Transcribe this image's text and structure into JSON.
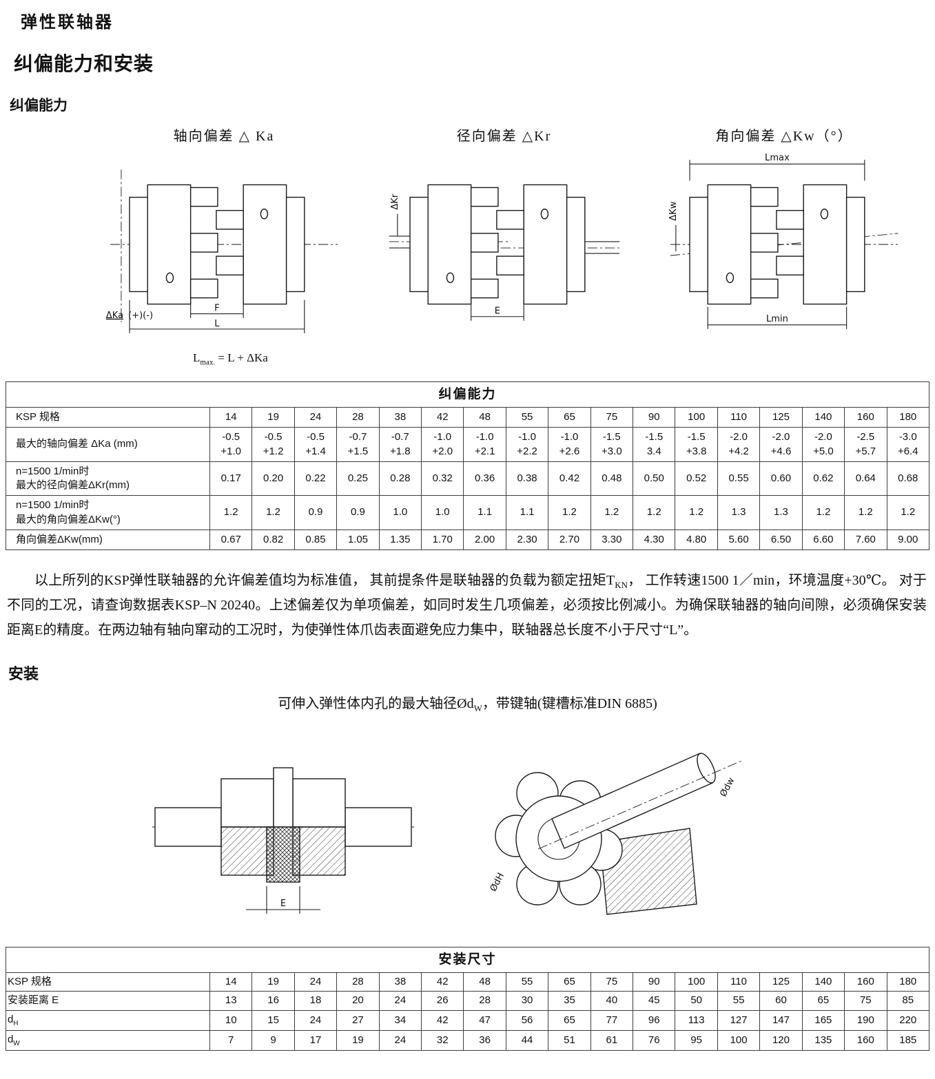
{
  "page": {
    "title": "弹性联轴器",
    "section_heading": "纠偏能力和安装",
    "capacity_heading": "纠偏能力",
    "install_heading": "安装"
  },
  "diagrams": {
    "axial_caption": "轴向偏差 △ Ka",
    "radial_caption": "径向偏差 △Kr",
    "angular_caption": "角向偏差 △Kw（°）",
    "axial": {
      "delta": "ΔKa",
      "signs": "(+)(-)",
      "f": "F",
      "l": "L"
    },
    "radial": {
      "delta": "ΔKr",
      "e": "E"
    },
    "angular": {
      "delta": "ΔKw",
      "lmax": "Lmax",
      "lmin": "Lmin"
    },
    "formula": [
      {
        "t": "L"
      },
      {
        "t": "max.",
        "sub": true
      },
      {
        "t": " = L + ΔKa"
      }
    ]
  },
  "capacity_table": {
    "title": "纠偏能力",
    "rows": [
      {
        "label": "KSP 规格",
        "values": [
          "14",
          "19",
          "24",
          "28",
          "38",
          "42",
          "48",
          "55",
          "65",
          "75",
          "90",
          "100",
          "110",
          "125",
          "140",
          "160",
          "180"
        ]
      },
      {
        "label": "最大的轴向偏差 ΔKa (mm)",
        "values": [
          "-0.5\n+1.0",
          "-0.5\n+1.2",
          "-0.5\n+1.4",
          "-0.7\n+1.5",
          "-0.7\n+1.8",
          "-1.0\n+2.0",
          "-1.0\n+2.1",
          "-1.0\n+2.2",
          "-1.0\n+2.6",
          "-1.5\n+3.0",
          "-1.5\n3.4",
          "-1.5\n+3.8",
          "-2.0\n+4.2",
          "-2.0\n+4.6",
          "-2.0\n+5.0",
          "-2.5\n+5.7",
          "-3.0\n+6.4"
        ]
      },
      {
        "label": "n=1500 1/min时\n最大的径向偏差ΔKr(mm)",
        "values": [
          "0.17",
          "0.20",
          "0.22",
          "0.25",
          "0.28",
          "0.32",
          "0.36",
          "0.38",
          "0.42",
          "0.48",
          "0.50",
          "0.52",
          "0.55",
          "0.60",
          "0.62",
          "0.64",
          "0.68"
        ]
      },
      {
        "label": "n=1500 1/min时\n最大的角向偏差ΔKw(°)",
        "values": [
          "1.2",
          "1.2",
          "0.9",
          "0.9",
          "1.0",
          "1.0",
          "1.1",
          "1.1",
          "1.2",
          "1.2",
          "1.2",
          "1.2",
          "1.3",
          "1.3",
          "1.2",
          "1.2",
          "1.2"
        ]
      },
      {
        "label": "角向偏差ΔKw(mm)",
        "values": [
          "0.67",
          "0.82",
          "0.85",
          "1.05",
          "1.35",
          "1.70",
          "2.00",
          "2.30",
          "2.70",
          "3.30",
          "4.30",
          "4.80",
          "5.60",
          "6.50",
          "6.60",
          "7.60",
          "9.00"
        ]
      }
    ]
  },
  "paragraph": [
    {
      "t": "以上所列的KSP弹性联轴器的允许偏差值均为标准值， 其前提条件是联轴器的负载为额定扭矩T"
    },
    {
      "t": "KN",
      "sub": true
    },
    {
      "t": "， 工作转速1500 1／min，环境温度+30℃。 对于不同的工况，请查询数据表KSP–N 20240。上述偏差仅为单项偏差，如同时发生几项偏差，必须按比例减小。为确保联轴器的轴向间隙，必须确保安装距离E的精度。在两边轴有轴向窜动的工况时，为使弹性体爪齿表面避免应力集中，联轴器总长度不小于尺寸“L”。"
    }
  ],
  "install_note": [
    {
      "t": "可伸入弹性体内孔的最大轴径Ød"
    },
    {
      "t": "W",
      "sub": true
    },
    {
      "t": "，带键轴(键槽标准DIN 6885)"
    }
  ],
  "install_diagrams": {
    "e": "E",
    "dh": "ØdH",
    "dw": "Ødw"
  },
  "install_table": {
    "title": "安装尺寸",
    "rows": [
      {
        "label": "KSP 规格",
        "values": [
          "14",
          "19",
          "24",
          "28",
          "38",
          "42",
          "48",
          "55",
          "65",
          "75",
          "90",
          "100",
          "110",
          "125",
          "140",
          "160",
          "180"
        ]
      },
      {
        "label": "安装距离 E",
        "values": [
          "13",
          "16",
          "18",
          "20",
          "24",
          "26",
          "28",
          "30",
          "35",
          "40",
          "45",
          "50",
          "55",
          "60",
          "65",
          "75",
          "85"
        ]
      },
      {
        "label": "d_H",
        "values": [
          "10",
          "15",
          "24",
          "27",
          "34",
          "42",
          "47",
          "56",
          "65",
          "77",
          "96",
          "113",
          "127",
          "147",
          "165",
          "190",
          "220"
        ]
      },
      {
        "label": "d_W",
        "values": [
          "7",
          "9",
          "17",
          "19",
          "24",
          "32",
          "36",
          "44",
          "51",
          "61",
          "76",
          "95",
          "100",
          "120",
          "135",
          "160",
          "185"
        ]
      }
    ]
  }
}
